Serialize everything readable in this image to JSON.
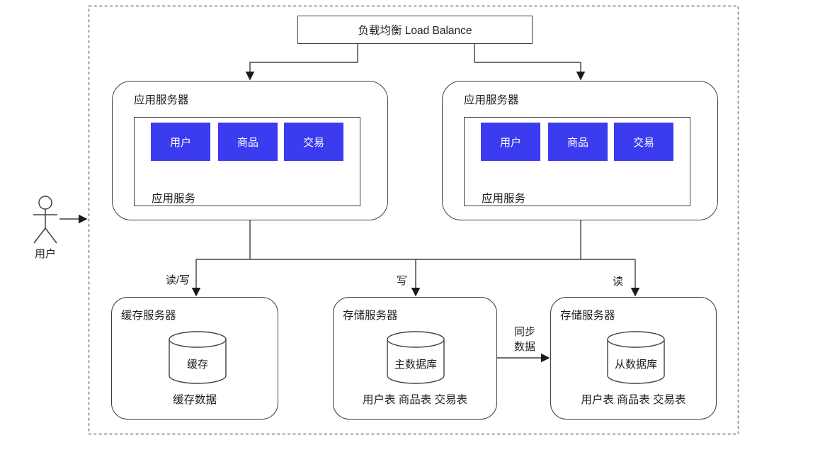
{
  "colors": {
    "module_bg": "#3b3bf0",
    "module_text": "#ffffff",
    "line": "#404040",
    "boundary": "#8f8f8f",
    "text": "#1f1f1f"
  },
  "load_balancer": {
    "label": "负载均衡 Load Balance"
  },
  "actor": {
    "label": "用户"
  },
  "app_servers": [
    {
      "title": "应用服务器",
      "service_label": "应用服务",
      "modules": [
        {
          "label": "用户"
        },
        {
          "label": "商品"
        },
        {
          "label": "交易"
        }
      ]
    },
    {
      "title": "应用服务器",
      "service_label": "应用服务",
      "modules": [
        {
          "label": "用户"
        },
        {
          "label": "商品"
        },
        {
          "label": "交易"
        }
      ]
    }
  ],
  "storage": {
    "cache": {
      "title": "缓存服务器",
      "db_label": "缓存",
      "caption": "缓存数据"
    },
    "master": {
      "title": "存储服务器",
      "db_label": "主数据库",
      "caption": "用户表 商品表 交易表"
    },
    "slave": {
      "title": "存储服务器",
      "db_label": "从数据库",
      "caption": "用户表 商品表 交易表"
    }
  },
  "edge_labels": {
    "cache": "读/写",
    "write": "写",
    "read": "读",
    "sync": "同步\n数据"
  }
}
